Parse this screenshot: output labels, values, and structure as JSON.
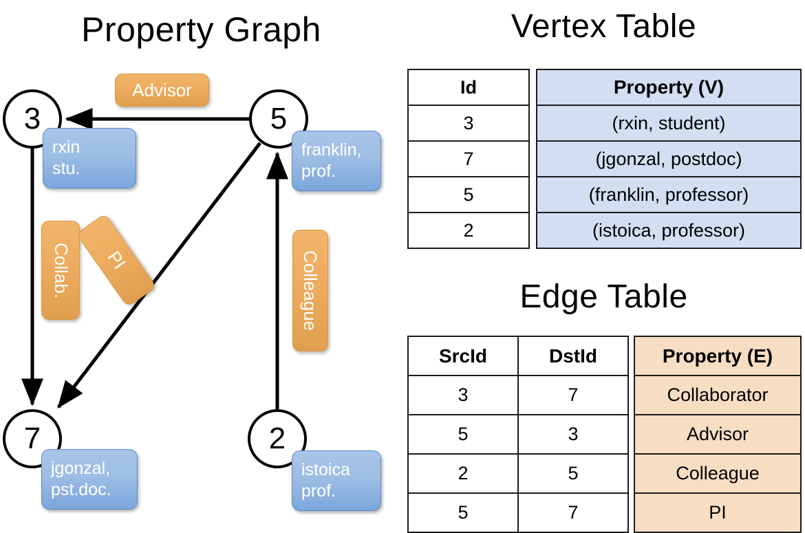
{
  "titles": {
    "property_graph": "Property Graph",
    "vertex_table": "Vertex Table",
    "edge_table": "Edge Table"
  },
  "graph": {
    "nodes": [
      {
        "id": "3",
        "property": "rxin\nstu."
      },
      {
        "id": "5",
        "property": "franklin,\nprof."
      },
      {
        "id": "7",
        "property": "jgonzal,\npst.doc."
      },
      {
        "id": "2",
        "property": "istoica\nprof."
      }
    ],
    "edge_labels": [
      {
        "name": "advisor",
        "text": "Advisor"
      },
      {
        "name": "collab",
        "text": "Collab."
      },
      {
        "name": "pi",
        "text": "PI"
      },
      {
        "name": "colleague",
        "text": "Colleague"
      }
    ],
    "edges": [
      {
        "src": "5",
        "dst": "3",
        "label": "Advisor"
      },
      {
        "src": "3",
        "dst": "7",
        "label": "Collab."
      },
      {
        "src": "5",
        "dst": "7",
        "label": "PI"
      },
      {
        "src": "2",
        "dst": "5",
        "label": "Colleague"
      }
    ]
  },
  "vertex_table": {
    "headers": {
      "id": "Id",
      "property": "Property (V)"
    },
    "rows": [
      {
        "id": "3",
        "property": "(rxin, student)"
      },
      {
        "id": "7",
        "property": "(jgonzal, postdoc)"
      },
      {
        "id": "5",
        "property": "(franklin, professor)"
      },
      {
        "id": "2",
        "property": "(istoica, professor)"
      }
    ]
  },
  "edge_table": {
    "headers": {
      "srcid": "SrcId",
      "dstid": "DstId",
      "property": "Property (E)"
    },
    "rows": [
      {
        "srcid": "3",
        "dstid": "7",
        "property": "Collaborator"
      },
      {
        "srcid": "5",
        "dstid": "3",
        "property": "Advisor"
      },
      {
        "srcid": "2",
        "dstid": "5",
        "property": "Colleague"
      },
      {
        "srcid": "5",
        "dstid": "7",
        "property": "PI"
      }
    ]
  },
  "colors": {
    "vertex_property_fill": "#d3def2",
    "edge_property_fill": "#f7ddc2",
    "node_box_blue": "#9dbde4",
    "edge_label_orange": "#eead60",
    "stroke": "#000000"
  }
}
